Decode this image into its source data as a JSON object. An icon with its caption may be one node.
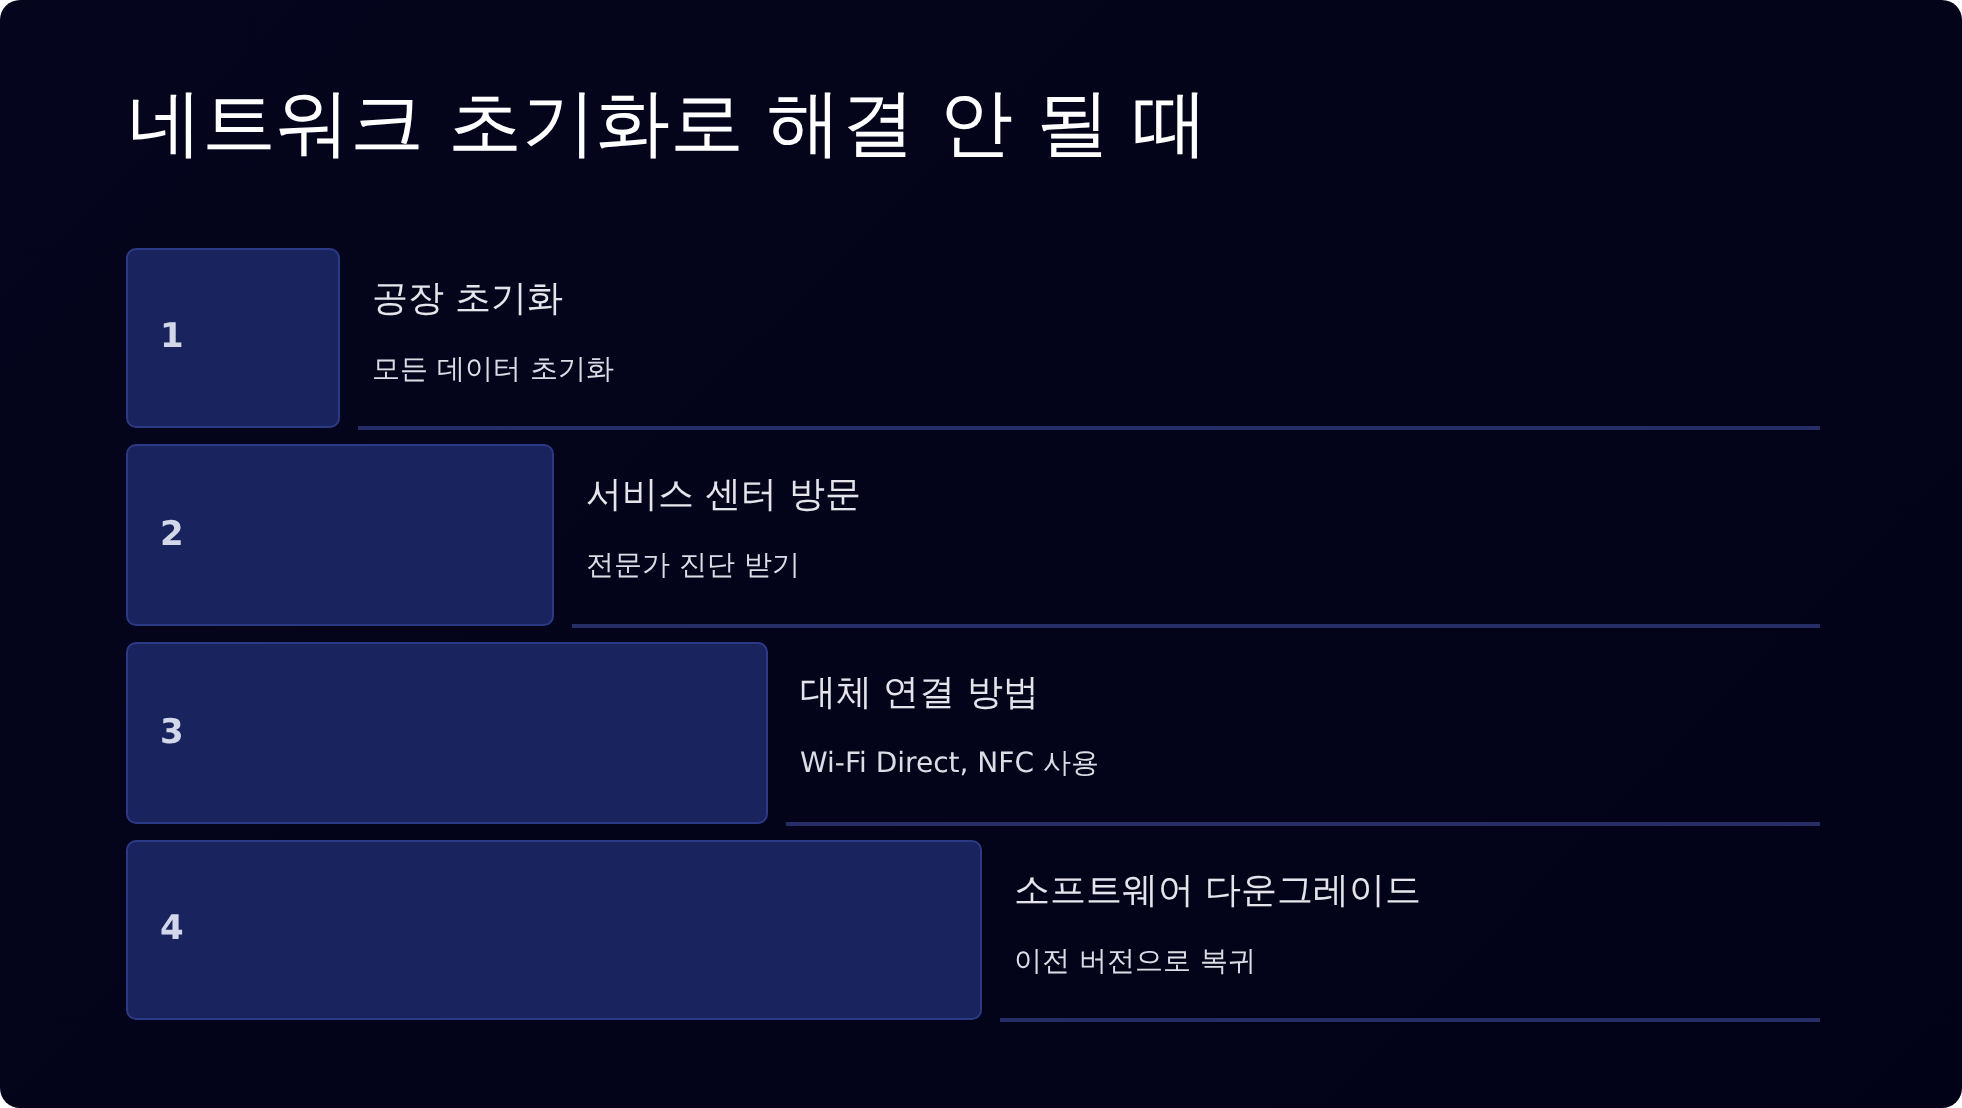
{
  "diagram": {
    "title": "네트워크 초기화로 해결 안 될 때",
    "nodes": [
      {
        "text": [
          "1"
        ],
        "beside": [
          "공장 초기화",
          "모든 데이터 초기화"
        ]
      },
      {
        "text": [
          "2"
        ],
        "beside": [
          "서비스 센터 방문",
          "전문가 진단 받기"
        ]
      },
      {
        "text": [
          "3"
        ],
        "beside": [
          "대체 연결 방법",
          "Wi-Fi Direct, NFC 사용"
        ]
      },
      {
        "text": [
          "4"
        ],
        "beside": [
          "소프트웨어 다운그레이드",
          "이전 버전으로 복귀"
        ]
      }
    ]
  }
}
